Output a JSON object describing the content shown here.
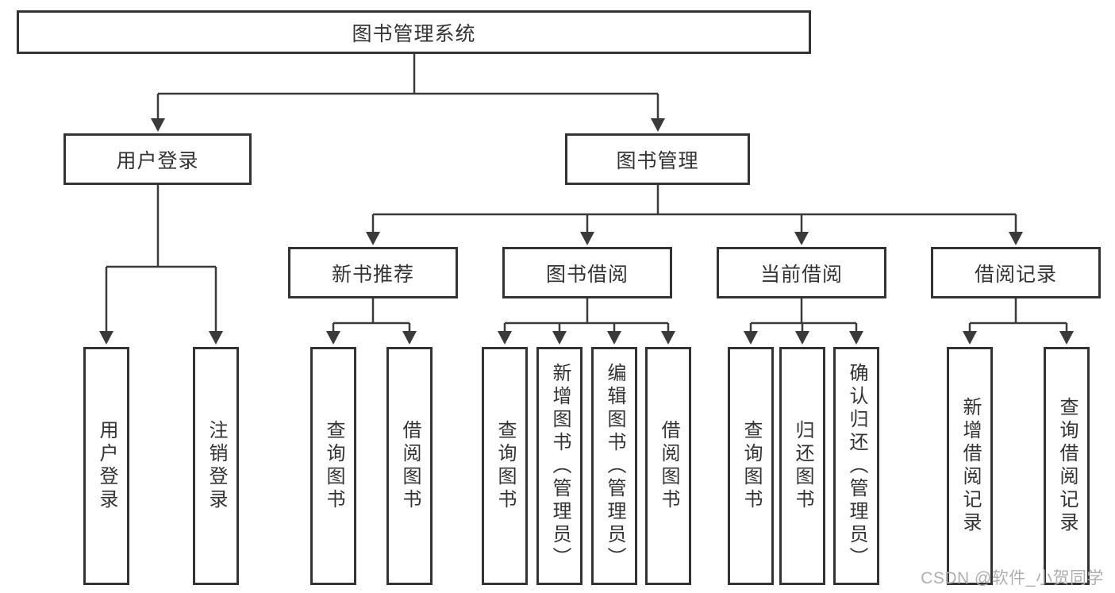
{
  "diagram": {
    "root": "图书管理系统",
    "branches": {
      "user_login": "用户登录",
      "book_mgmt": "图书管理"
    },
    "user_login_children": {
      "login": "用户登录",
      "logout": "注销登录"
    },
    "book_mgmt_children": {
      "new_book_rec": "新书推荐",
      "book_borrow": "图书借阅",
      "current_borrow": "当前借阅",
      "borrow_record": "借阅记录"
    },
    "new_book_rec_children": {
      "query": "查询图书",
      "borrow": "借阅图书"
    },
    "book_borrow_children": {
      "query": "查询图书",
      "add": "新增图书（管理员）",
      "edit": "编辑图书（管理员）",
      "borrow": "借阅图书"
    },
    "current_borrow_children": {
      "query": "查询图书",
      "return": "归还图书",
      "confirm": "确认归还（管理员）"
    },
    "borrow_record_children": {
      "add": "新增借阅记录",
      "query": "查询借阅记录"
    }
  },
  "watermark": "CSDN @软件_小贺同学",
  "colors": {
    "line": "#3a3a3a",
    "border": "#333333",
    "text": "#333333",
    "watermark": "#b0afaf",
    "background": "#ffffff"
  }
}
